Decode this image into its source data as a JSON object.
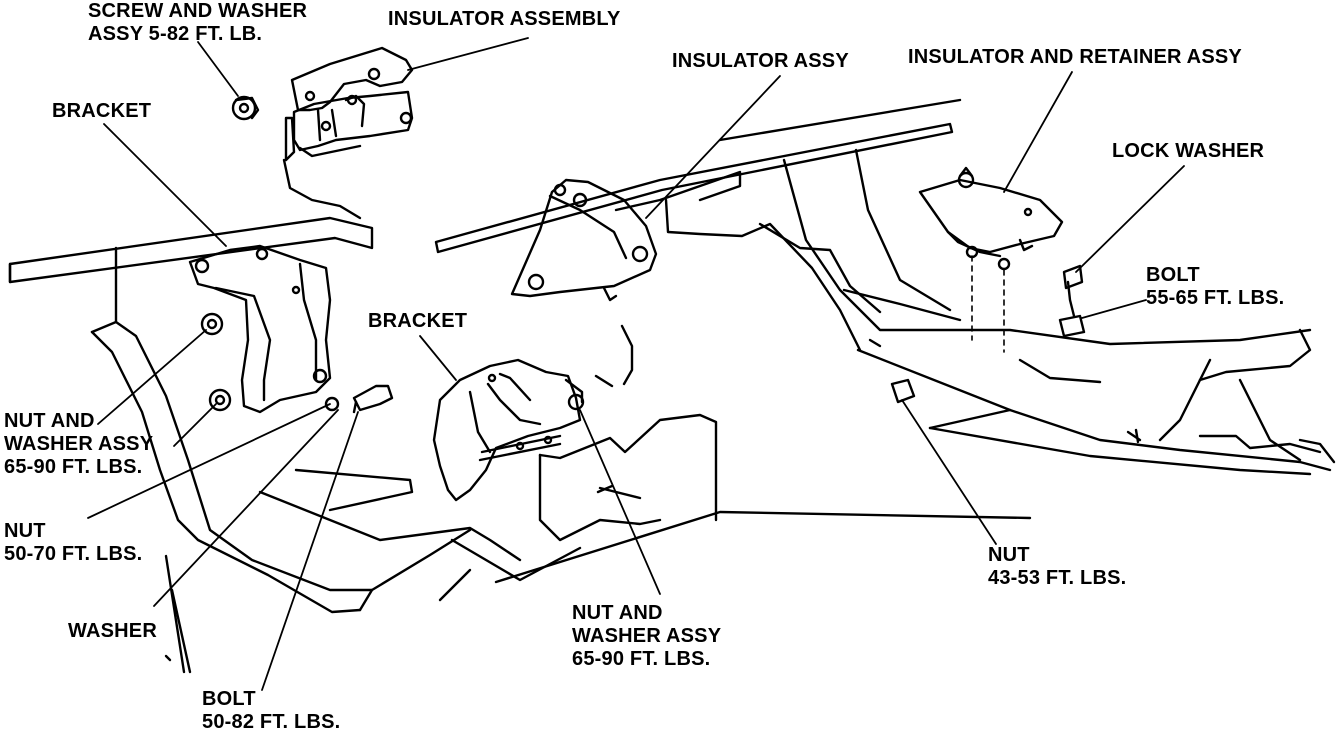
{
  "diagram": {
    "labels": {
      "screw_washer": [
        "SCREW AND WASHER",
        "ASSY 5-82 FT. LB."
      ],
      "insulator_assembly": [
        "INSULATOR ASSEMBLY"
      ],
      "insulator_assy": [
        "INSULATOR ASSY"
      ],
      "insulator_retainer": [
        "INSULATOR AND RETAINER ASSY"
      ],
      "bracket_left": [
        "BRACKET"
      ],
      "lock_washer": [
        "LOCK WASHER"
      ],
      "bolt_right": [
        "BOLT",
        "55-65 FT. LBS."
      ],
      "bracket_center": [
        "BRACKET"
      ],
      "nut_washer_left": [
        "NUT AND",
        "WASHER ASSY",
        "65-90 FT. LBS."
      ],
      "nut_left": [
        "NUT",
        "50-70 FT. LBS."
      ],
      "washer": [
        "WASHER"
      ],
      "bolt_left": [
        "BOLT",
        "50-82 FT. LBS."
      ],
      "nut_washer_center": [
        "NUT AND",
        "WASHER ASSY",
        "65-90 FT. LBS."
      ],
      "nut_right": [
        "NUT",
        "43-53 FT. LBS."
      ]
    }
  }
}
